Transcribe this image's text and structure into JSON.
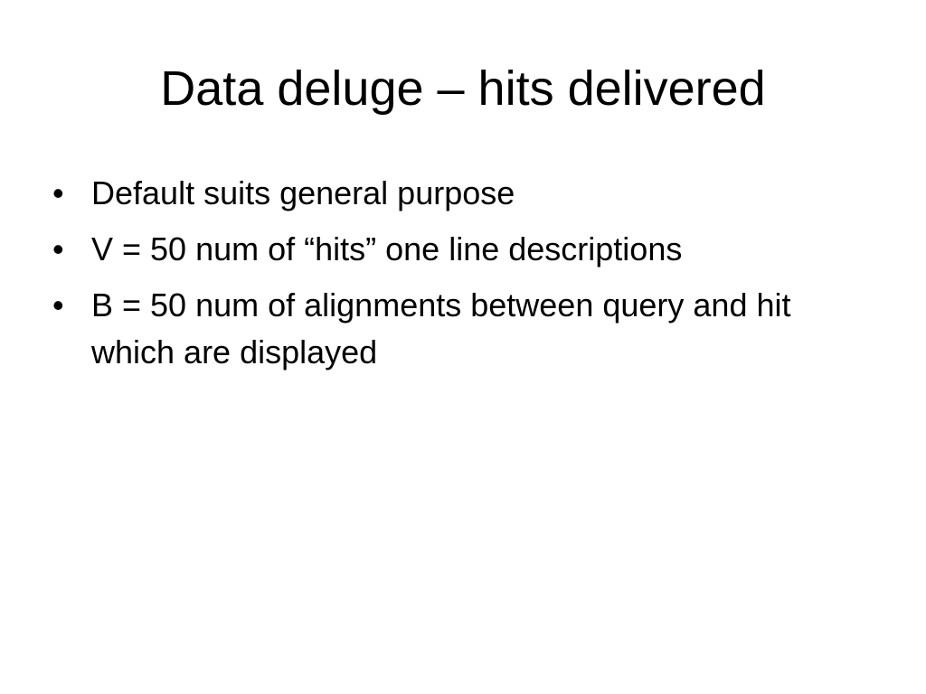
{
  "slide": {
    "title": "Data deluge – hits delivered",
    "bullet_glyph": "•",
    "bullets": [
      "Default suits general purpose",
      "V = 50 num of “hits” one line descriptions",
      "B = 50 num of alignments between query and hit which are displayed"
    ]
  },
  "colors": {
    "background": "#ffffff",
    "text": "#000000"
  }
}
